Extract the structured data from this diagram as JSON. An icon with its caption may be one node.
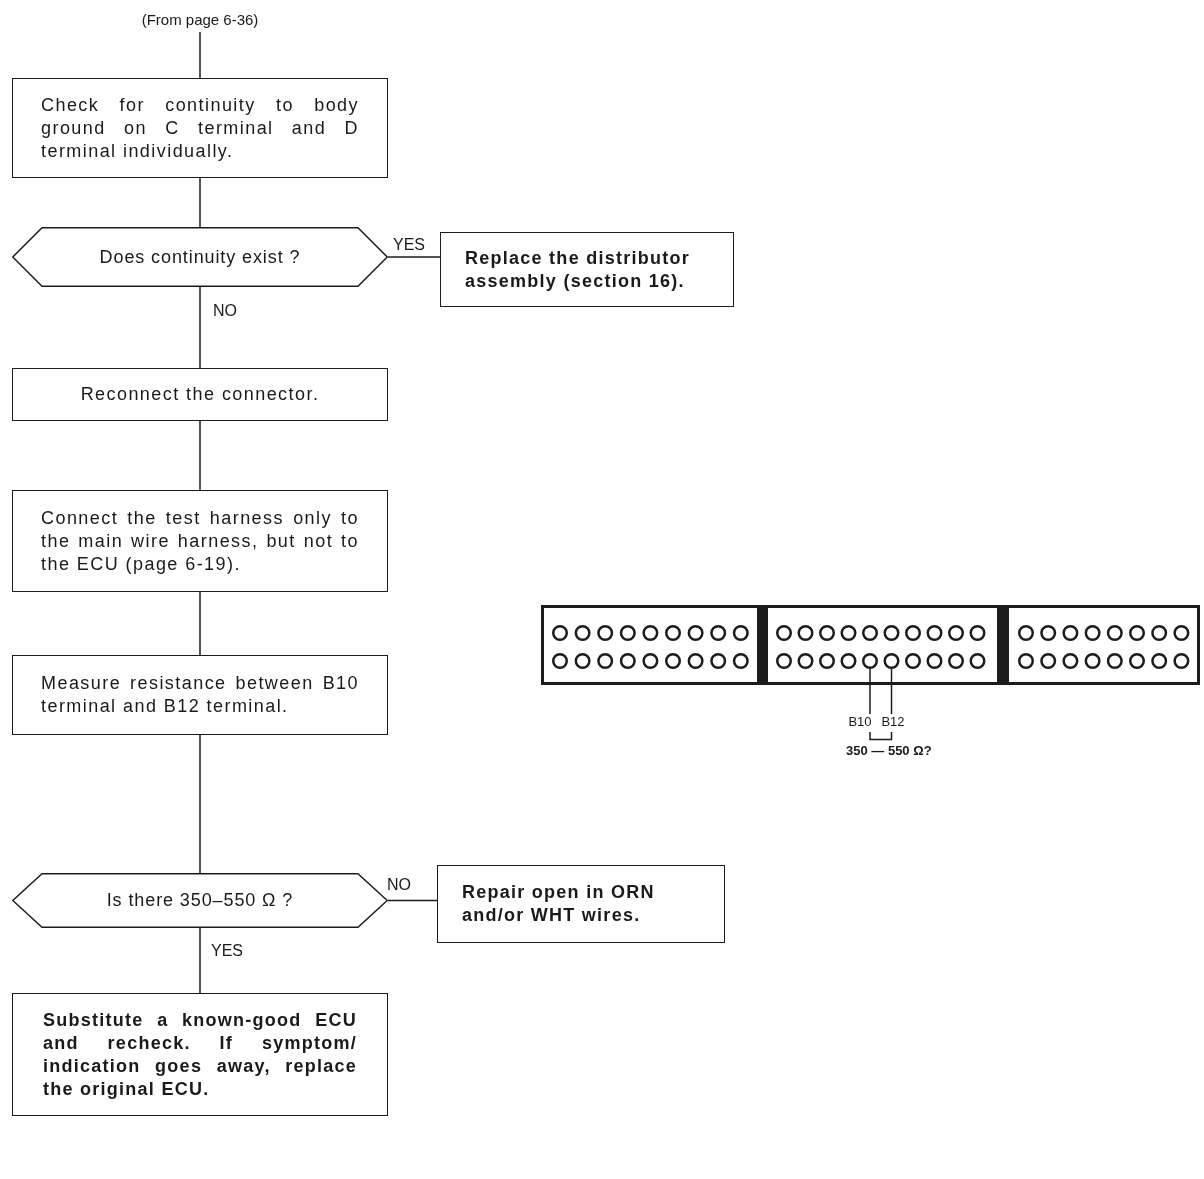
{
  "diagram": {
    "nodes": [
      {
        "text": [
          "(From page 6-36)"
        ]
      },
      {
        "text": [
          "Check for continuity to body ground on C terminal and D terminal individually."
        ]
      },
      {
        "text": [
          "Does continuity exist ?"
        ]
      },
      {
        "text": [
          "Replace the distributor assembly (section 16)."
        ]
      },
      {
        "text": [
          "Reconnect the connector."
        ]
      },
      {
        "text": [
          "Connect the test harness only to the main wire harness, but not to the ECU (page 6-19)."
        ]
      },
      {
        "text": [
          "Measure resistance between B10 terminal and B12 terminal."
        ]
      },
      {
        "text": [
          "Is there 350–550 Ω ?"
        ]
      },
      {
        "text": [
          "Repair open in ORN and/or WHT wires."
        ]
      },
      {
        "text": [
          "Substitute a known-good ECU and recheck. If symptom/ indication goes away, replace the original ECU."
        ]
      },
      {
        "text": [],
        "shape": "circle"
      },
      {
        "text": [],
        "shape": "circle"
      },
      {
        "text": [],
        "shape": "circle"
      },
      {
        "text": [],
        "shape": "circle"
      },
      {
        "text": [],
        "shape": "circle"
      },
      {
        "text": [],
        "shape": "circle"
      },
      {
        "text": [],
        "shape": "circle"
      },
      {
        "text": [],
        "shape": "circle"
      },
      {
        "text": [],
        "shape": "circle"
      },
      {
        "text": [],
        "shape": "circle"
      },
      {
        "text": [],
        "shape": "circle"
      },
      {
        "text": [],
        "shape": "circle"
      },
      {
        "text": [],
        "shape": "circle"
      },
      {
        "text": [],
        "shape": "circle"
      },
      {
        "text": [],
        "shape": "circle"
      },
      {
        "text": [],
        "shape": "circle"
      },
      {
        "text": [],
        "shape": "circle"
      },
      {
        "text": [],
        "shape": "circle"
      },
      {
        "text": [],
        "shape": "circle"
      },
      {
        "text": [],
        "shape": "circle"
      },
      {
        "text": [],
        "shape": "circle"
      },
      {
        "text": [],
        "shape": "circle"
      },
      {
        "text": [],
        "shape": "circle"
      },
      {
        "text": [],
        "shape": "circle"
      },
      {
        "text": [],
        "shape": "circle"
      },
      {
        "text": [],
        "shape": "circle"
      },
      {
        "text": [],
        "shape": "circle"
      },
      {
        "text": [],
        "shape": "circle"
      },
      {
        "text": [],
        "shape": "circle"
      },
      {
        "text": [],
        "shape": "circle"
      },
      {
        "text": [],
        "shape": "circle"
      },
      {
        "text": [],
        "shape": "circle"
      },
      {
        "text": [],
        "shape": "circle"
      },
      {
        "text": [],
        "shape": "circle"
      },
      {
        "text": [],
        "shape": "circle"
      },
      {
        "text": [],
        "shape": "circle"
      },
      {
        "text": [],
        "shape": "circle"
      },
      {
        "text": [],
        "shape": "circle"
      },
      {
        "text": [],
        "shape": "circle"
      },
      {
        "text": [],
        "shape": "circle"
      },
      {
        "text": [],
        "shape": "circle"
      },
      {
        "text": [],
        "shape": "circle"
      },
      {
        "text": [],
        "shape": "circle"
      },
      {
        "text": [],
        "shape": "circle"
      },
      {
        "text": [],
        "shape": "circle"
      },
      {
        "text": [],
        "shape": "circle"
      },
      {
        "text": [],
        "shape": "circle"
      },
      {
        "text": [],
        "shape": "circle"
      },
      {
        "text": [],
        "shape": "circle"
      },
      {
        "text": [],
        "shape": "circle"
      },
      {
        "text": [],
        "shape": "circle"
      },
      {
        "text": [],
        "shape": "circle"
      },
      {
        "text": [],
        "shape": "circle"
      },
      {
        "text": [],
        "shape": "circle"
      },
      {
        "text": [
          "B10"
        ]
      },
      {
        "text": [
          "B12"
        ]
      }
    ],
    "edges": [
      {
        "from": 0,
        "to": 1,
        "arrow": "none"
      },
      {
        "from": 1,
        "to": 2,
        "arrow": "none"
      },
      {
        "from": 2,
        "to": 3,
        "arrow": "none",
        "label": "YES"
      },
      {
        "from": 2,
        "to": 4,
        "arrow": "none",
        "label": "NO"
      },
      {
        "from": 4,
        "to": 5,
        "arrow": "none"
      },
      {
        "from": 5,
        "to": 6,
        "arrow": "none"
      },
      {
        "from": 6,
        "to": 7,
        "arrow": "none"
      },
      {
        "from": 7,
        "to": 8,
        "arrow": "none",
        "label": "NO"
      },
      {
        "from": 7,
        "to": 9,
        "arrow": "none",
        "label": "YES"
      },
      {
        "from": 64,
        "to": 50,
        "arrow": "none"
      },
      {
        "from": 65,
        "to": 51,
        "arrow": "none"
      }
    ],
    "labels": [
      "350 — 550 Ω?"
    ]
  }
}
